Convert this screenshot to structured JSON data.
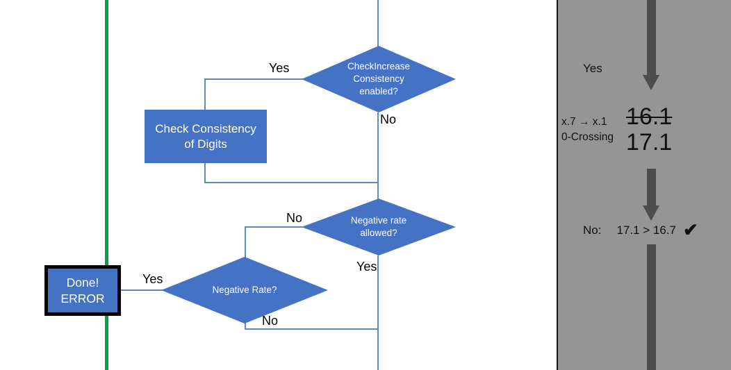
{
  "flowchart": {
    "nodes": {
      "check_increase_consistency": {
        "text": "CheckIncrease\nConsistency\nenabled?",
        "line1": "CheckIncrease",
        "line2": "Consistency",
        "line3": "enabled?",
        "shape": "decision"
      },
      "check_consistency_of_digits": {
        "line1": "Check Consistency",
        "line2": "of Digits",
        "shape": "process"
      },
      "negative_rate_allowed": {
        "line1": "Negative rate",
        "line2": "allowed?",
        "shape": "decision"
      },
      "negative_rate": {
        "line1": "Negative Rate?",
        "shape": "decision"
      },
      "done_error": {
        "line1": "Done!",
        "line2": "ERROR",
        "shape": "terminator"
      }
    },
    "edge_labels": {
      "yes_check_increase": "Yes",
      "no_check_increase": "No",
      "no_negative_rate_allowed": "No",
      "yes_negative_rate_allowed": "Yes",
      "yes_to_done": "Yes",
      "no_negative_rate": "No"
    },
    "colors": {
      "shape_fill": "#4472C4",
      "shape_text": "#FFFFFF",
      "connector": "#5B8CC0",
      "guide_line": "#00A24A",
      "terminator_border": "#000000"
    }
  },
  "annotation_panel": {
    "background": "#959595",
    "arrow_color": "#4D4D4D",
    "yes_label": "Yes",
    "rounding_label": "x.7 → x.1",
    "crossing_label": "0-Crossing",
    "value_struck": "16.1",
    "value_current": "17.1",
    "comparison_prefix": "No:",
    "comparison": "17.1 > 16.7",
    "check_mark": "✔"
  }
}
